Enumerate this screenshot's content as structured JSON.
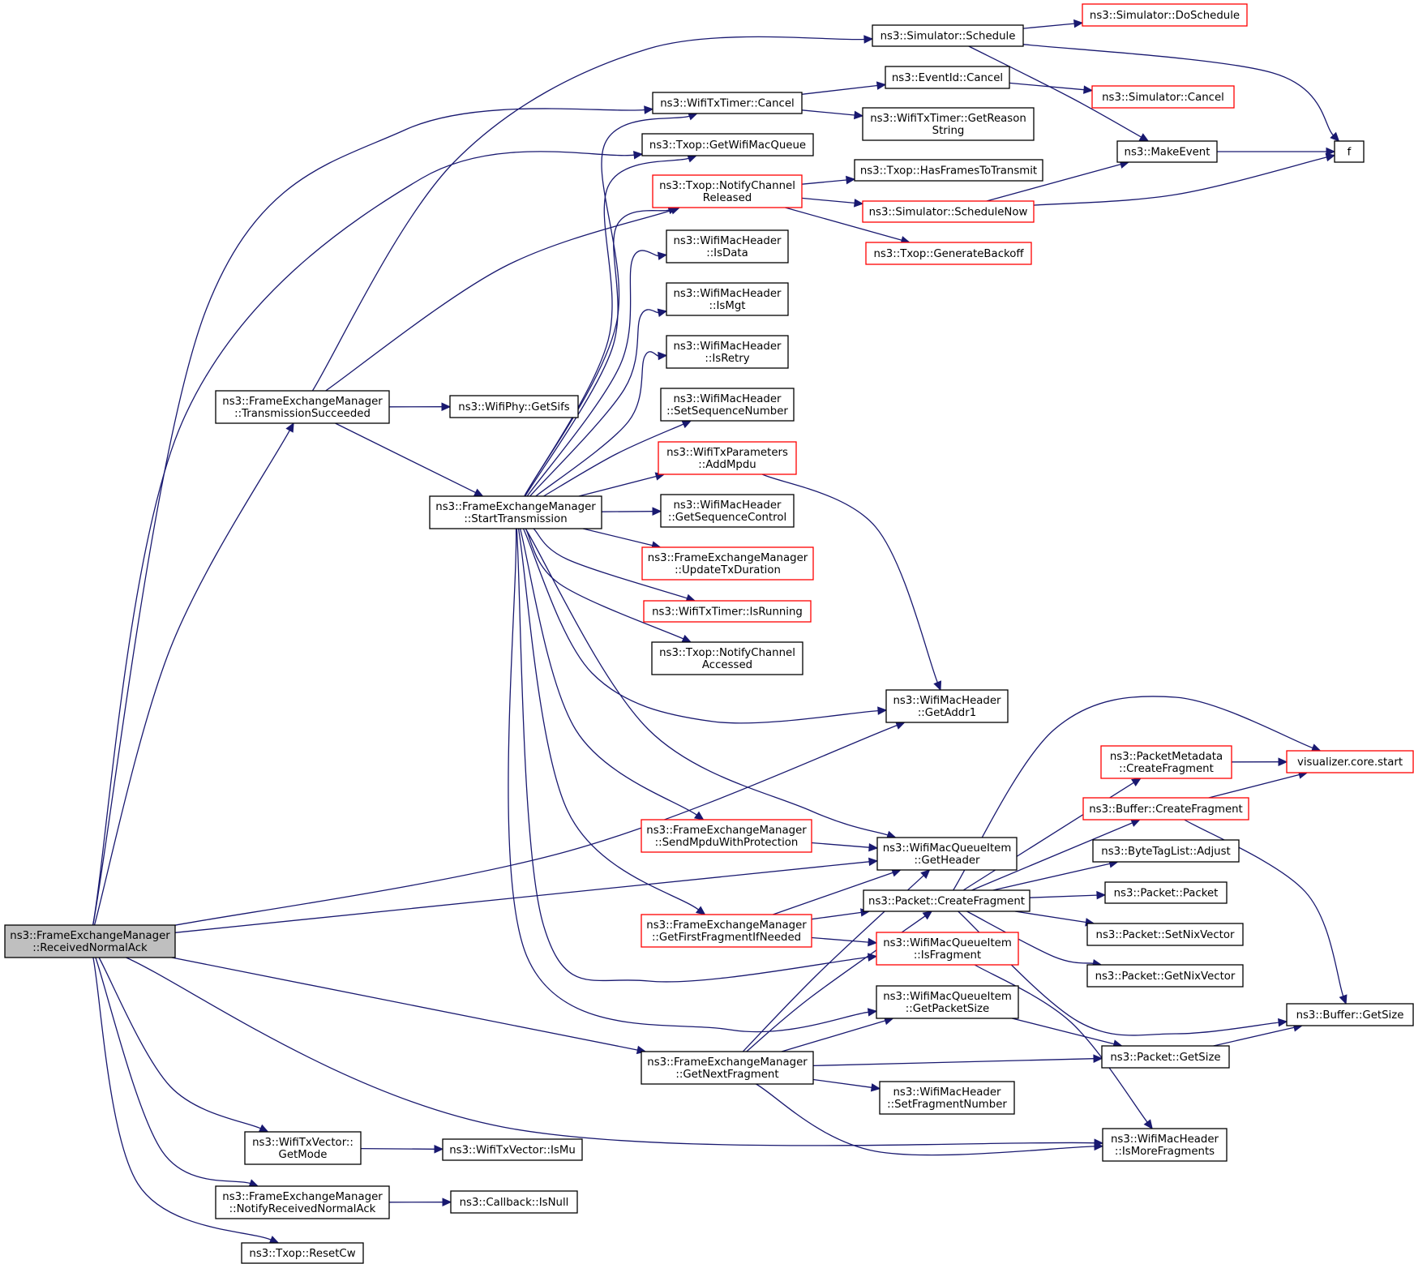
{
  "colors": {
    "normal_border": "#000000",
    "truncated_border": "#ff0000",
    "root_fill": "#bfbfbf",
    "node_fill": "#ffffff",
    "edge": "#191970"
  },
  "nodes": [
    {
      "id": "root",
      "lines": [
        "ns3::FrameExchangeManager",
        "::ReceivedNormalAck"
      ],
      "style": "root"
    },
    {
      "id": "transSucc",
      "lines": [
        "ns3::FrameExchangeManager",
        "::TransmissionSucceeded"
      ],
      "style": "normal"
    },
    {
      "id": "startTx",
      "lines": [
        "ns3::FrameExchangeManager",
        "::StartTransmission"
      ],
      "style": "normal"
    },
    {
      "id": "getSifs",
      "lines": [
        "ns3::WifiPhy::GetSifs"
      ],
      "style": "normal"
    },
    {
      "id": "simSchedule",
      "lines": [
        "ns3::Simulator::Schedule"
      ],
      "style": "normal"
    },
    {
      "id": "doSchedule",
      "lines": [
        "ns3::Simulator::DoSchedule"
      ],
      "style": "truncated"
    },
    {
      "id": "eventCancel",
      "lines": [
        "ns3::EventId::Cancel"
      ],
      "style": "normal"
    },
    {
      "id": "simCancel",
      "lines": [
        "ns3::Simulator::Cancel"
      ],
      "style": "truncated"
    },
    {
      "id": "txTimerCancel",
      "lines": [
        "ns3::WifiTxTimer::Cancel"
      ],
      "style": "normal"
    },
    {
      "id": "getReasonString",
      "lines": [
        "ns3::WifiTxTimer::GetReason",
        "String"
      ],
      "style": "normal"
    },
    {
      "id": "makeEvent",
      "lines": [
        "ns3::MakeEvent"
      ],
      "style": "normal"
    },
    {
      "id": "f",
      "lines": [
        "f"
      ],
      "style": "normal"
    },
    {
      "id": "getWifiMacQueue",
      "lines": [
        "ns3::Txop::GetWifiMacQueue"
      ],
      "style": "normal"
    },
    {
      "id": "notifyChanReleased",
      "lines": [
        "ns3::Txop::NotifyChannel",
        "Released"
      ],
      "style": "truncated"
    },
    {
      "id": "hasFrames",
      "lines": [
        "ns3::Txop::HasFramesToTransmit"
      ],
      "style": "normal"
    },
    {
      "id": "scheduleNow",
      "lines": [
        "ns3::Simulator::ScheduleNow"
      ],
      "style": "truncated"
    },
    {
      "id": "genBackoff",
      "lines": [
        "ns3::Txop::GenerateBackoff"
      ],
      "style": "truncated"
    },
    {
      "id": "isData",
      "lines": [
        "ns3::WifiMacHeader",
        "::IsData"
      ],
      "style": "normal"
    },
    {
      "id": "isMgt",
      "lines": [
        "ns3::WifiMacHeader",
        "::IsMgt"
      ],
      "style": "normal"
    },
    {
      "id": "isRetry",
      "lines": [
        "ns3::WifiMacHeader",
        "::IsRetry"
      ],
      "style": "normal"
    },
    {
      "id": "setSeqNum",
      "lines": [
        "ns3::WifiMacHeader",
        "::SetSequenceNumber"
      ],
      "style": "normal"
    },
    {
      "id": "addMpdu",
      "lines": [
        "ns3::WifiTxParameters",
        "::AddMpdu"
      ],
      "style": "truncated"
    },
    {
      "id": "getSeqCtrl",
      "lines": [
        "ns3::WifiMacHeader",
        "::GetSequenceControl"
      ],
      "style": "normal"
    },
    {
      "id": "updateTxDur",
      "lines": [
        "ns3::FrameExchangeManager",
        "::UpdateTxDuration"
      ],
      "style": "truncated"
    },
    {
      "id": "isRunning",
      "lines": [
        "ns3::WifiTxTimer::IsRunning"
      ],
      "style": "truncated"
    },
    {
      "id": "notifyChanAccessed",
      "lines": [
        "ns3::Txop::NotifyChannel",
        "Accessed"
      ],
      "style": "normal"
    },
    {
      "id": "getAddr1",
      "lines": [
        "ns3::WifiMacHeader",
        "::GetAddr1"
      ],
      "style": "normal"
    },
    {
      "id": "sendMpdu",
      "lines": [
        "ns3::FrameExchangeManager",
        "::SendMpduWithProtection"
      ],
      "style": "truncated"
    },
    {
      "id": "getHeader",
      "lines": [
        "ns3::WifiMacQueueItem",
        "::GetHeader"
      ],
      "style": "normal"
    },
    {
      "id": "getFirstFrag",
      "lines": [
        "ns3::FrameExchangeManager",
        "::GetFirstFragmentIfNeeded"
      ],
      "style": "truncated"
    },
    {
      "id": "createFragment",
      "lines": [
        "ns3::Packet::CreateFragment"
      ],
      "style": "normal"
    },
    {
      "id": "isFragment",
      "lines": [
        "ns3::WifiMacQueueItem",
        "::IsFragment"
      ],
      "style": "truncated"
    },
    {
      "id": "getPacketSize",
      "lines": [
        "ns3::WifiMacQueueItem",
        "::GetPacketSize"
      ],
      "style": "normal"
    },
    {
      "id": "getNextFrag",
      "lines": [
        "ns3::FrameExchangeManager",
        "::GetNextFragment"
      ],
      "style": "normal"
    },
    {
      "id": "pmCreateFrag",
      "lines": [
        "ns3::PacketMetadata",
        "::CreateFragment"
      ],
      "style": "truncated"
    },
    {
      "id": "vizStart",
      "lines": [
        "visualizer.core.start"
      ],
      "style": "truncated"
    },
    {
      "id": "bufCreateFrag",
      "lines": [
        "ns3::Buffer::CreateFragment"
      ],
      "style": "truncated"
    },
    {
      "id": "btlAdjust",
      "lines": [
        "ns3::ByteTagList::Adjust"
      ],
      "style": "normal"
    },
    {
      "id": "packetCtor",
      "lines": [
        "ns3::Packet::Packet"
      ],
      "style": "normal"
    },
    {
      "id": "setNix",
      "lines": [
        "ns3::Packet::SetNixVector"
      ],
      "style": "normal"
    },
    {
      "id": "getNix",
      "lines": [
        "ns3::Packet::GetNixVector"
      ],
      "style": "normal"
    },
    {
      "id": "bufGetSize",
      "lines": [
        "ns3::Buffer::GetSize"
      ],
      "style": "normal"
    },
    {
      "id": "pktGetSize",
      "lines": [
        "ns3::Packet::GetSize"
      ],
      "style": "normal"
    },
    {
      "id": "setFragNum",
      "lines": [
        "ns3::WifiMacHeader",
        "::SetFragmentNumber"
      ],
      "style": "normal"
    },
    {
      "id": "isMoreFrag",
      "lines": [
        "ns3::WifiMacHeader",
        "::IsMoreFragments"
      ],
      "style": "normal"
    },
    {
      "id": "txVecGetMode",
      "lines": [
        "ns3::WifiTxVector::",
        "GetMode"
      ],
      "style": "normal"
    },
    {
      "id": "txVecIsMu",
      "lines": [
        "ns3::WifiTxVector::IsMu"
      ],
      "style": "normal"
    },
    {
      "id": "notifyRecvAck",
      "lines": [
        "ns3::FrameExchangeManager",
        "::NotifyReceivedNormalAck"
      ],
      "style": "normal"
    },
    {
      "id": "cbIsNull",
      "lines": [
        "ns3::Callback::IsNull"
      ],
      "style": "normal"
    },
    {
      "id": "resetCw",
      "lines": [
        "ns3::Txop::ResetCw"
      ],
      "style": "normal"
    }
  ],
  "edges": [
    [
      "root",
      "transSucc"
    ],
    [
      "root",
      "txTimerCancel"
    ],
    [
      "root",
      "getWifiMacQueue"
    ],
    [
      "root",
      "getAddr1"
    ],
    [
      "root",
      "getHeader"
    ],
    [
      "root",
      "getNextFrag"
    ],
    [
      "root",
      "isMoreFrag"
    ],
    [
      "root",
      "txVecGetMode"
    ],
    [
      "root",
      "notifyRecvAck"
    ],
    [
      "root",
      "resetCw"
    ],
    [
      "transSucc",
      "simSchedule"
    ],
    [
      "transSucc",
      "notifyChanReleased"
    ],
    [
      "transSucc",
      "getSifs"
    ],
    [
      "transSucc",
      "startTx"
    ],
    [
      "simSchedule",
      "doSchedule"
    ],
    [
      "simSchedule",
      "f"
    ],
    [
      "simSchedule",
      "makeEvent"
    ],
    [
      "txTimerCancel",
      "eventCancel"
    ],
    [
      "txTimerCancel",
      "getReasonString"
    ],
    [
      "eventCancel",
      "simCancel"
    ],
    [
      "makeEvent",
      "f"
    ],
    [
      "notifyChanReleased",
      "hasFrames"
    ],
    [
      "notifyChanReleased",
      "scheduleNow"
    ],
    [
      "notifyChanReleased",
      "genBackoff"
    ],
    [
      "scheduleNow",
      "makeEvent"
    ],
    [
      "scheduleNow",
      "f"
    ],
    [
      "startTx",
      "txTimerCancel"
    ],
    [
      "startTx",
      "getWifiMacQueue"
    ],
    [
      "startTx",
      "notifyChanReleased"
    ],
    [
      "startTx",
      "isData"
    ],
    [
      "startTx",
      "isMgt"
    ],
    [
      "startTx",
      "isRetry"
    ],
    [
      "startTx",
      "setSeqNum"
    ],
    [
      "startTx",
      "addMpdu"
    ],
    [
      "startTx",
      "getSeqCtrl"
    ],
    [
      "startTx",
      "updateTxDur"
    ],
    [
      "startTx",
      "isRunning"
    ],
    [
      "startTx",
      "notifyChanAccessed"
    ],
    [
      "startTx",
      "getAddr1"
    ],
    [
      "startTx",
      "getHeader"
    ],
    [
      "startTx",
      "sendMpdu"
    ],
    [
      "startTx",
      "getFirstFrag"
    ],
    [
      "startTx",
      "isFragment"
    ],
    [
      "startTx",
      "getPacketSize"
    ],
    [
      "addMpdu",
      "getAddr1"
    ],
    [
      "sendMpdu",
      "getHeader"
    ],
    [
      "getFirstFrag",
      "getHeader"
    ],
    [
      "getFirstFrag",
      "createFragment"
    ],
    [
      "getFirstFrag",
      "isFragment"
    ],
    [
      "createFragment",
      "pmCreateFrag"
    ],
    [
      "createFragment",
      "vizStart"
    ],
    [
      "createFragment",
      "bufCreateFrag"
    ],
    [
      "createFragment",
      "btlAdjust"
    ],
    [
      "createFragment",
      "packetCtor"
    ],
    [
      "createFragment",
      "setNix"
    ],
    [
      "createFragment",
      "getNix"
    ],
    [
      "createFragment",
      "bufGetSize"
    ],
    [
      "pmCreateFrag",
      "vizStart"
    ],
    [
      "bufCreateFrag",
      "vizStart"
    ],
    [
      "bufCreateFrag",
      "bufGetSize"
    ],
    [
      "isFragment",
      "isMoreFrag"
    ],
    [
      "getPacketSize",
      "pktGetSize"
    ],
    [
      "pktGetSize",
      "bufGetSize"
    ],
    [
      "getNextFrag",
      "getHeader"
    ],
    [
      "getNextFrag",
      "createFragment"
    ],
    [
      "getNextFrag",
      "getPacketSize"
    ],
    [
      "getNextFrag",
      "pktGetSize"
    ],
    [
      "getNextFrag",
      "setFragNum"
    ],
    [
      "getNextFrag",
      "isMoreFrag"
    ],
    [
      "txVecGetMode",
      "txVecIsMu"
    ],
    [
      "notifyRecvAck",
      "cbIsNull"
    ]
  ]
}
